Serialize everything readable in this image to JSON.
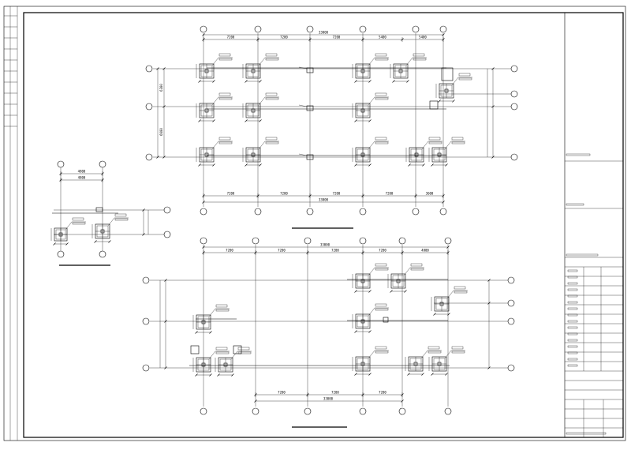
{
  "sheet": {
    "sidebar_vertical_text": "",
    "title_block_rows": 16
  },
  "plan_top": {
    "axes_x": [
      "",
      "",
      "",
      "",
      "",
      "",
      ""
    ],
    "axes_y": [
      "",
      "",
      ""
    ],
    "dims_top": [
      "7200",
      "7200",
      "7200",
      "5400",
      "5400"
    ],
    "dim_total_top": "33000",
    "dims_bottom": [
      "7200",
      "7200",
      "7200",
      "7200",
      "3600"
    ],
    "dim_total_bottom": "33000",
    "dims_left": [
      "6300",
      "6600"
    ]
  },
  "plan_small": {
    "axes_x": [
      "",
      ""
    ],
    "dims_top": [
      "4800",
      "4800"
    ]
  },
  "plan_bottom": {
    "axes_x": [
      "",
      "",
      "",
      "",
      "",
      "",
      ""
    ],
    "axes_y": [
      "",
      "",
      ""
    ],
    "dims_top": [
      "7200",
      "7200",
      "7200",
      "7200",
      "4800"
    ],
    "dim_total_top": "33000",
    "dims_bottom": [
      "7200",
      "7200",
      "7200"
    ],
    "dim_total_bottom": "33000"
  }
}
